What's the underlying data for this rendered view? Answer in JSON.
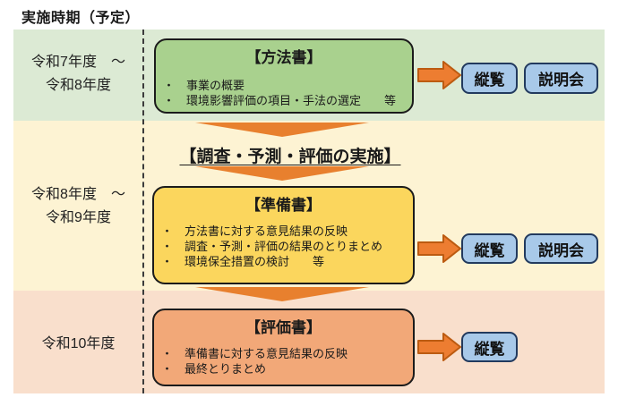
{
  "page": {
    "title": "実施時期（予定）"
  },
  "colors": {
    "band_green": "#dcead4",
    "band_cream": "#fdf3d3",
    "band_peach": "#f9dfcc",
    "box_green": "#a9d18e",
    "box_yellow": "#fbd65d",
    "box_orange": "#f2a878",
    "button_blue": "#a8c9e9",
    "arrow_orange": "#ed7d31"
  },
  "rows": [
    {
      "period": [
        "令和7年度　～",
        "令和8年度"
      ],
      "box": {
        "title": "【方法書】",
        "bullets": [
          "・　事業の概要",
          "・　環境影響評価の項目・手法の選定　　等"
        ]
      },
      "outputs": [
        "縦覧",
        "説明会"
      ]
    },
    {
      "period": [
        "令和8年度　～",
        "令和9年度"
      ],
      "interstitial": "【調査・予測・評価の実施】",
      "box": {
        "title": "【準備書】",
        "bullets": [
          "・　方法書に対する意見結果の反映",
          "・　調査・予測・評価の結果のとりまとめ",
          "・　環境保全措置の検討　　等"
        ]
      },
      "outputs": [
        "縦覧",
        "説明会"
      ]
    },
    {
      "period": [
        "令和10年度"
      ],
      "box": {
        "title": "【評価書】",
        "bullets": [
          "・　準備書に対する意見結果の反映",
          "・　最終とりまとめ"
        ]
      },
      "outputs": [
        "縦覧"
      ]
    }
  ]
}
